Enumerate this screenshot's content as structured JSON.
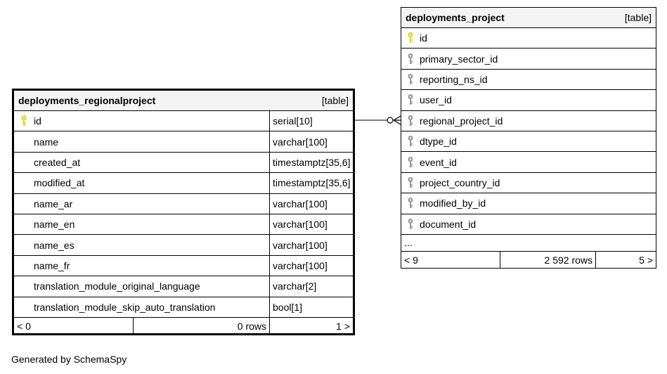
{
  "left_table": {
    "name": "deployments_regionalproject",
    "kind": "[table]",
    "columns": [
      {
        "name": "id",
        "type": "serial[10]",
        "icon": "primary-key-icon"
      },
      {
        "name": "name",
        "type": "varchar[100]",
        "icon": ""
      },
      {
        "name": "created_at",
        "type": "timestamptz[35,6]",
        "icon": ""
      },
      {
        "name": "modified_at",
        "type": "timestamptz[35,6]",
        "icon": ""
      },
      {
        "name": "name_ar",
        "type": "varchar[100]",
        "icon": ""
      },
      {
        "name": "name_en",
        "type": "varchar[100]",
        "icon": ""
      },
      {
        "name": "name_es",
        "type": "varchar[100]",
        "icon": ""
      },
      {
        "name": "name_fr",
        "type": "varchar[100]",
        "icon": ""
      },
      {
        "name": "translation_module_original_language",
        "type": "varchar[2]",
        "icon": ""
      },
      {
        "name": "translation_module_skip_auto_translation",
        "type": "bool[1]",
        "icon": ""
      }
    ],
    "footer": {
      "parents": "< 0",
      "rows": "0 rows",
      "children": "1 >"
    }
  },
  "right_table": {
    "name": "deployments_project",
    "kind": "[table]",
    "columns": [
      {
        "name": "id",
        "icon": "primary-key-icon"
      },
      {
        "name": "primary_sector_id",
        "icon": "foreign-key-icon"
      },
      {
        "name": "reporting_ns_id",
        "icon": "foreign-key-icon"
      },
      {
        "name": "user_id",
        "icon": "foreign-key-icon"
      },
      {
        "name": "regional_project_id",
        "icon": "foreign-key-icon"
      },
      {
        "name": "dtype_id",
        "icon": "foreign-key-icon"
      },
      {
        "name": "event_id",
        "icon": "foreign-key-icon"
      },
      {
        "name": "project_country_id",
        "icon": "foreign-key-icon"
      },
      {
        "name": "modified_by_id",
        "icon": "foreign-key-icon"
      },
      {
        "name": "document_id",
        "icon": "foreign-key-icon"
      }
    ],
    "ellipsis": "...",
    "footer": {
      "parents": "< 9",
      "rows": "2 592 rows",
      "children": "5 >"
    }
  },
  "footer_text": "Generated by SchemaSpy",
  "colors": {
    "primary_key": "#e8d21a",
    "foreign_key": "#9a9a9a",
    "header_bg": "#f4f4f4"
  }
}
